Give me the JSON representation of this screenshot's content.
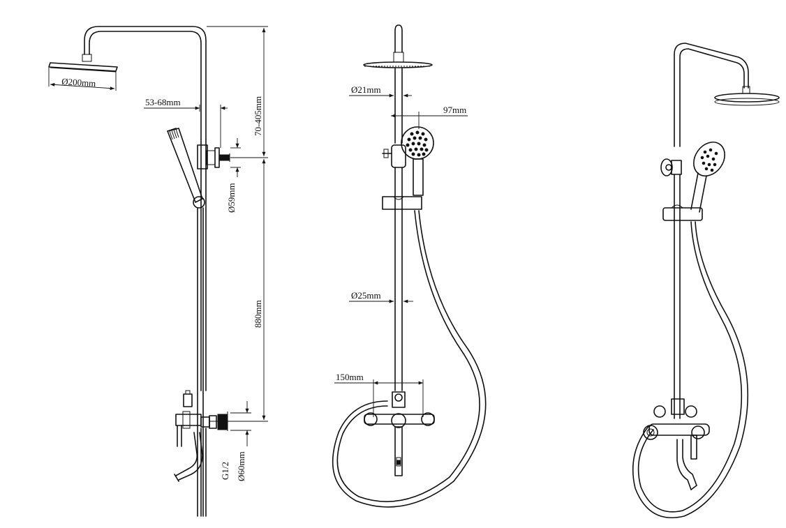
{
  "diagram": {
    "side_view": {
      "head_diameter": "Ø200mm",
      "arm_offset": "53-68mm",
      "height_adjust": "70-405mm",
      "bracket_diameter": "Ø59mm",
      "riser_length": "880mm",
      "inlet_thread": "G1/2",
      "inlet_cover_diameter": "Ø60mm"
    },
    "front_view": {
      "upper_pipe_diameter": "Ø21mm",
      "handshower_offset": "97mm",
      "lower_pipe_diameter": "Ø25mm",
      "inlet_spacing": "150mm"
    }
  }
}
